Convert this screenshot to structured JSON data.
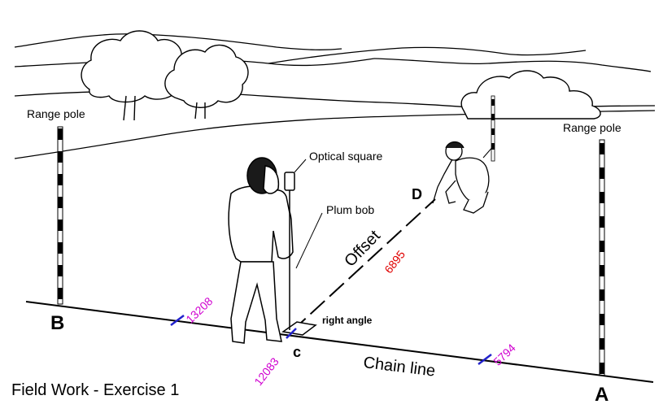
{
  "labels": {
    "range_pole_left": "Range pole",
    "range_pole_right": "Range pole",
    "optical_square": "Optical square",
    "plum_bob": "Plum bob",
    "right_angle": "right angle",
    "offset": "Offset",
    "chain_line": "Chain line",
    "point_b": "B",
    "point_a": "A",
    "point_c": "c",
    "point_d": "D",
    "title": "Field Work - Exercise 1"
  },
  "measurements": {
    "chainage_b_side": "13208",
    "chainage_c": "12083",
    "chainage_a_side": "5794",
    "offset_length": "6895"
  },
  "colors": {
    "chainage_text": "#d000d0",
    "offset_text": "#e00000",
    "chainage_tick": "#2222cc",
    "line": "#000000"
  }
}
